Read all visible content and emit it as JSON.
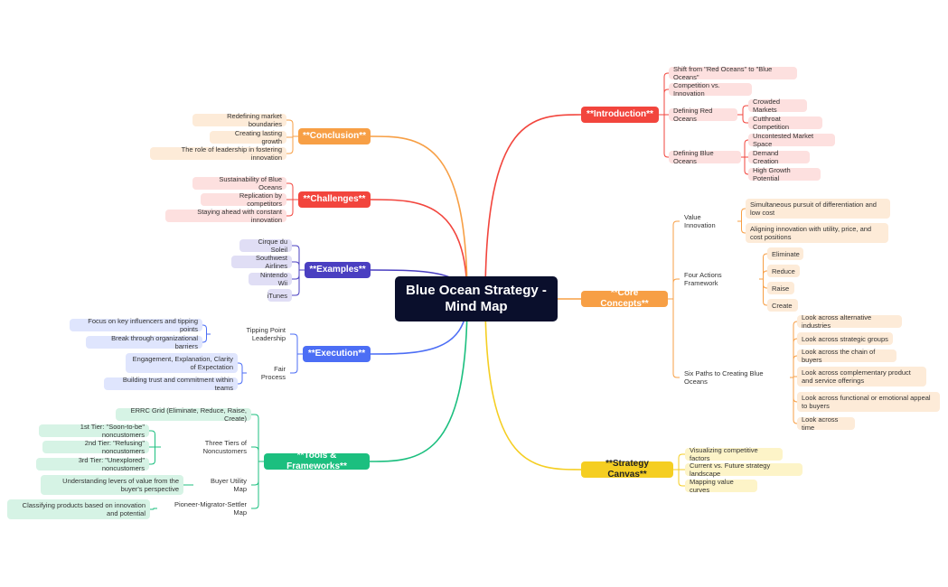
{
  "root": {
    "title": "Blue Ocean Strategy - Mind Map"
  },
  "colors": {
    "introduction": "#f2453d",
    "core": "#f79f45",
    "strategy": "#f5ce22",
    "tools": "#1cbf7f",
    "execution": "#4c6ef5",
    "examples": "#4a3fc1",
    "challenges": "#f2453d",
    "conclusion": "#f79f45"
  },
  "branches": {
    "introduction": {
      "label": "**Introduction**",
      "items": {
        "shift": "Shift from \"Red Oceans\" to \"Blue Oceans\"",
        "competition": "Competition vs. Innovation",
        "red": "Defining Red Oceans",
        "red_crowded": "Crowded Markets",
        "red_cutthroat": "Cutthroat Competition",
        "blue": "Defining Blue Oceans",
        "blue_uncontested": "Uncontested Market Space",
        "blue_demand": "Demand Creation",
        "blue_growth": "High Growth Potential"
      }
    },
    "core": {
      "label": "**Core Concepts**",
      "items": {
        "value": "Value Innovation",
        "value_1": "Simultaneous pursuit of differentiation and low cost",
        "value_2": "Aligning innovation with utility, price, and cost positions",
        "four": "Four Actions Framework",
        "four_1": "Eliminate",
        "four_2": "Reduce",
        "four_3": "Raise",
        "four_4": "Create",
        "six": "Six Paths to Creating Blue Oceans",
        "six_1": "Look across alternative industries",
        "six_2": "Look across strategic groups",
        "six_3": "Look across the chain of buyers",
        "six_4": "Look across complementary product and service offerings",
        "six_5": "Look across functional or emotional appeal to buyers",
        "six_6": "Look across time"
      }
    },
    "strategy": {
      "label": "**Strategy Canvas**",
      "items": {
        "s1": "Visualizing competitive factors",
        "s2": "Current vs. Future strategy landscape",
        "s3": "Mapping value curves"
      }
    },
    "tools": {
      "label": "**Tools & Frameworks**",
      "items": {
        "errc": "ERRC Grid (Eliminate, Reduce, Raise, Create)",
        "tiers": "Three Tiers of Noncustomers",
        "tier1": "1st Tier: \"Soon-to-be\" noncustomers",
        "tier2": "2nd Tier: \"Refusing\" noncustomers",
        "tier3": "3rd Tier: \"Unexplored\" noncustomers",
        "utility": "Buyer Utility Map",
        "utility_1": "Understanding levers of value from the buyer's perspective",
        "pioneer": "Pioneer-Migrator-Settler Map",
        "pioneer_1": "Classifying products based on innovation and potential"
      }
    },
    "execution": {
      "label": "**Execution**",
      "items": {
        "tipping": "Tipping Point Leadership",
        "tipping_1": "Focus on key influencers and tipping points",
        "tipping_2": "Break through organizational barriers",
        "fair": "Fair Process",
        "fair_1": "Engagement, Explanation, Clarity of Expectation",
        "fair_2": "Building trust and commitment within teams"
      }
    },
    "examples": {
      "label": "**Examples**",
      "items": {
        "e1": "Cirque du Soleil",
        "e2": "Southwest Airlines",
        "e3": "Nintendo Wii",
        "e4": "iTunes"
      }
    },
    "challenges": {
      "label": "**Challenges**",
      "items": {
        "c1": "Sustainability of Blue Oceans",
        "c2": "Replication by competitors",
        "c3": "Staying ahead with constant innovation"
      }
    },
    "conclusion": {
      "label": "**Conclusion**",
      "items": {
        "k1": "Redefining market boundaries",
        "k2": "Creating lasting growth",
        "k3": "The role of leadership in fostering innovation"
      }
    }
  }
}
